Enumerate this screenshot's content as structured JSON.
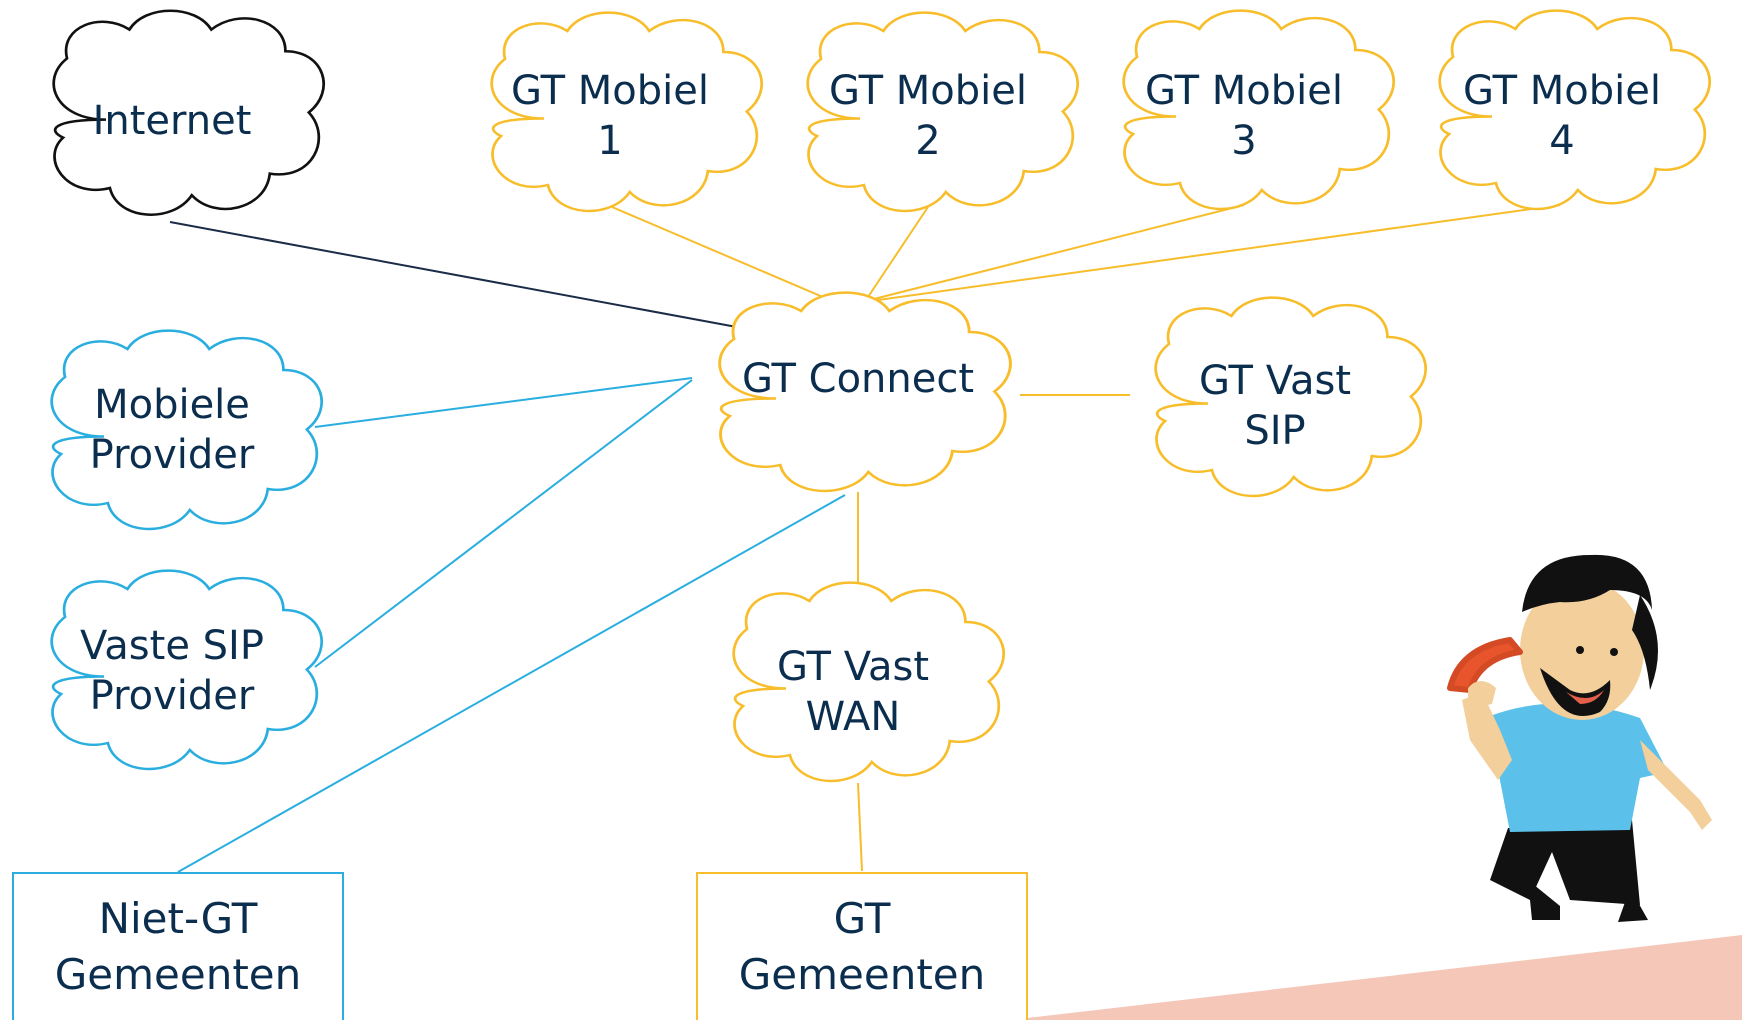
{
  "colors": {
    "gt_yellow": "#f7bd2a",
    "provider_blue": "#2aaee0",
    "internet_black": "#111111",
    "dark_line": "#1b2c47",
    "text_navy": "#0b2e4f",
    "floor_salmon": "#f5c7b8"
  },
  "nodes": {
    "internet": {
      "lines": [
        "Internet"
      ]
    },
    "mobiel1": {
      "lines": [
        "GT Mobiel",
        "1"
      ]
    },
    "mobiel2": {
      "lines": [
        "GT Mobiel",
        "2"
      ]
    },
    "mobiel3": {
      "lines": [
        "GT Mobiel",
        "3"
      ]
    },
    "mobiel4": {
      "lines": [
        "GT Mobiel",
        "4"
      ]
    },
    "connect": {
      "lines": [
        "GT Connect"
      ]
    },
    "vast_sip": {
      "lines": [
        "GT Vast",
        "SIP"
      ]
    },
    "mobiele_provider": {
      "lines": [
        "Mobiele",
        "Provider"
      ]
    },
    "vaste_sip_provider": {
      "lines": [
        "Vaste SIP",
        "Provider"
      ]
    },
    "vast_wan": {
      "lines": [
        "GT Vast",
        "WAN"
      ]
    },
    "niet_gt": {
      "lines": [
        "Niet-GT",
        "Gemeenten"
      ]
    },
    "gt_gemeenten": {
      "lines": [
        "GT",
        "Gemeenten"
      ]
    }
  },
  "illustration": {
    "name": "man-on-phone"
  }
}
